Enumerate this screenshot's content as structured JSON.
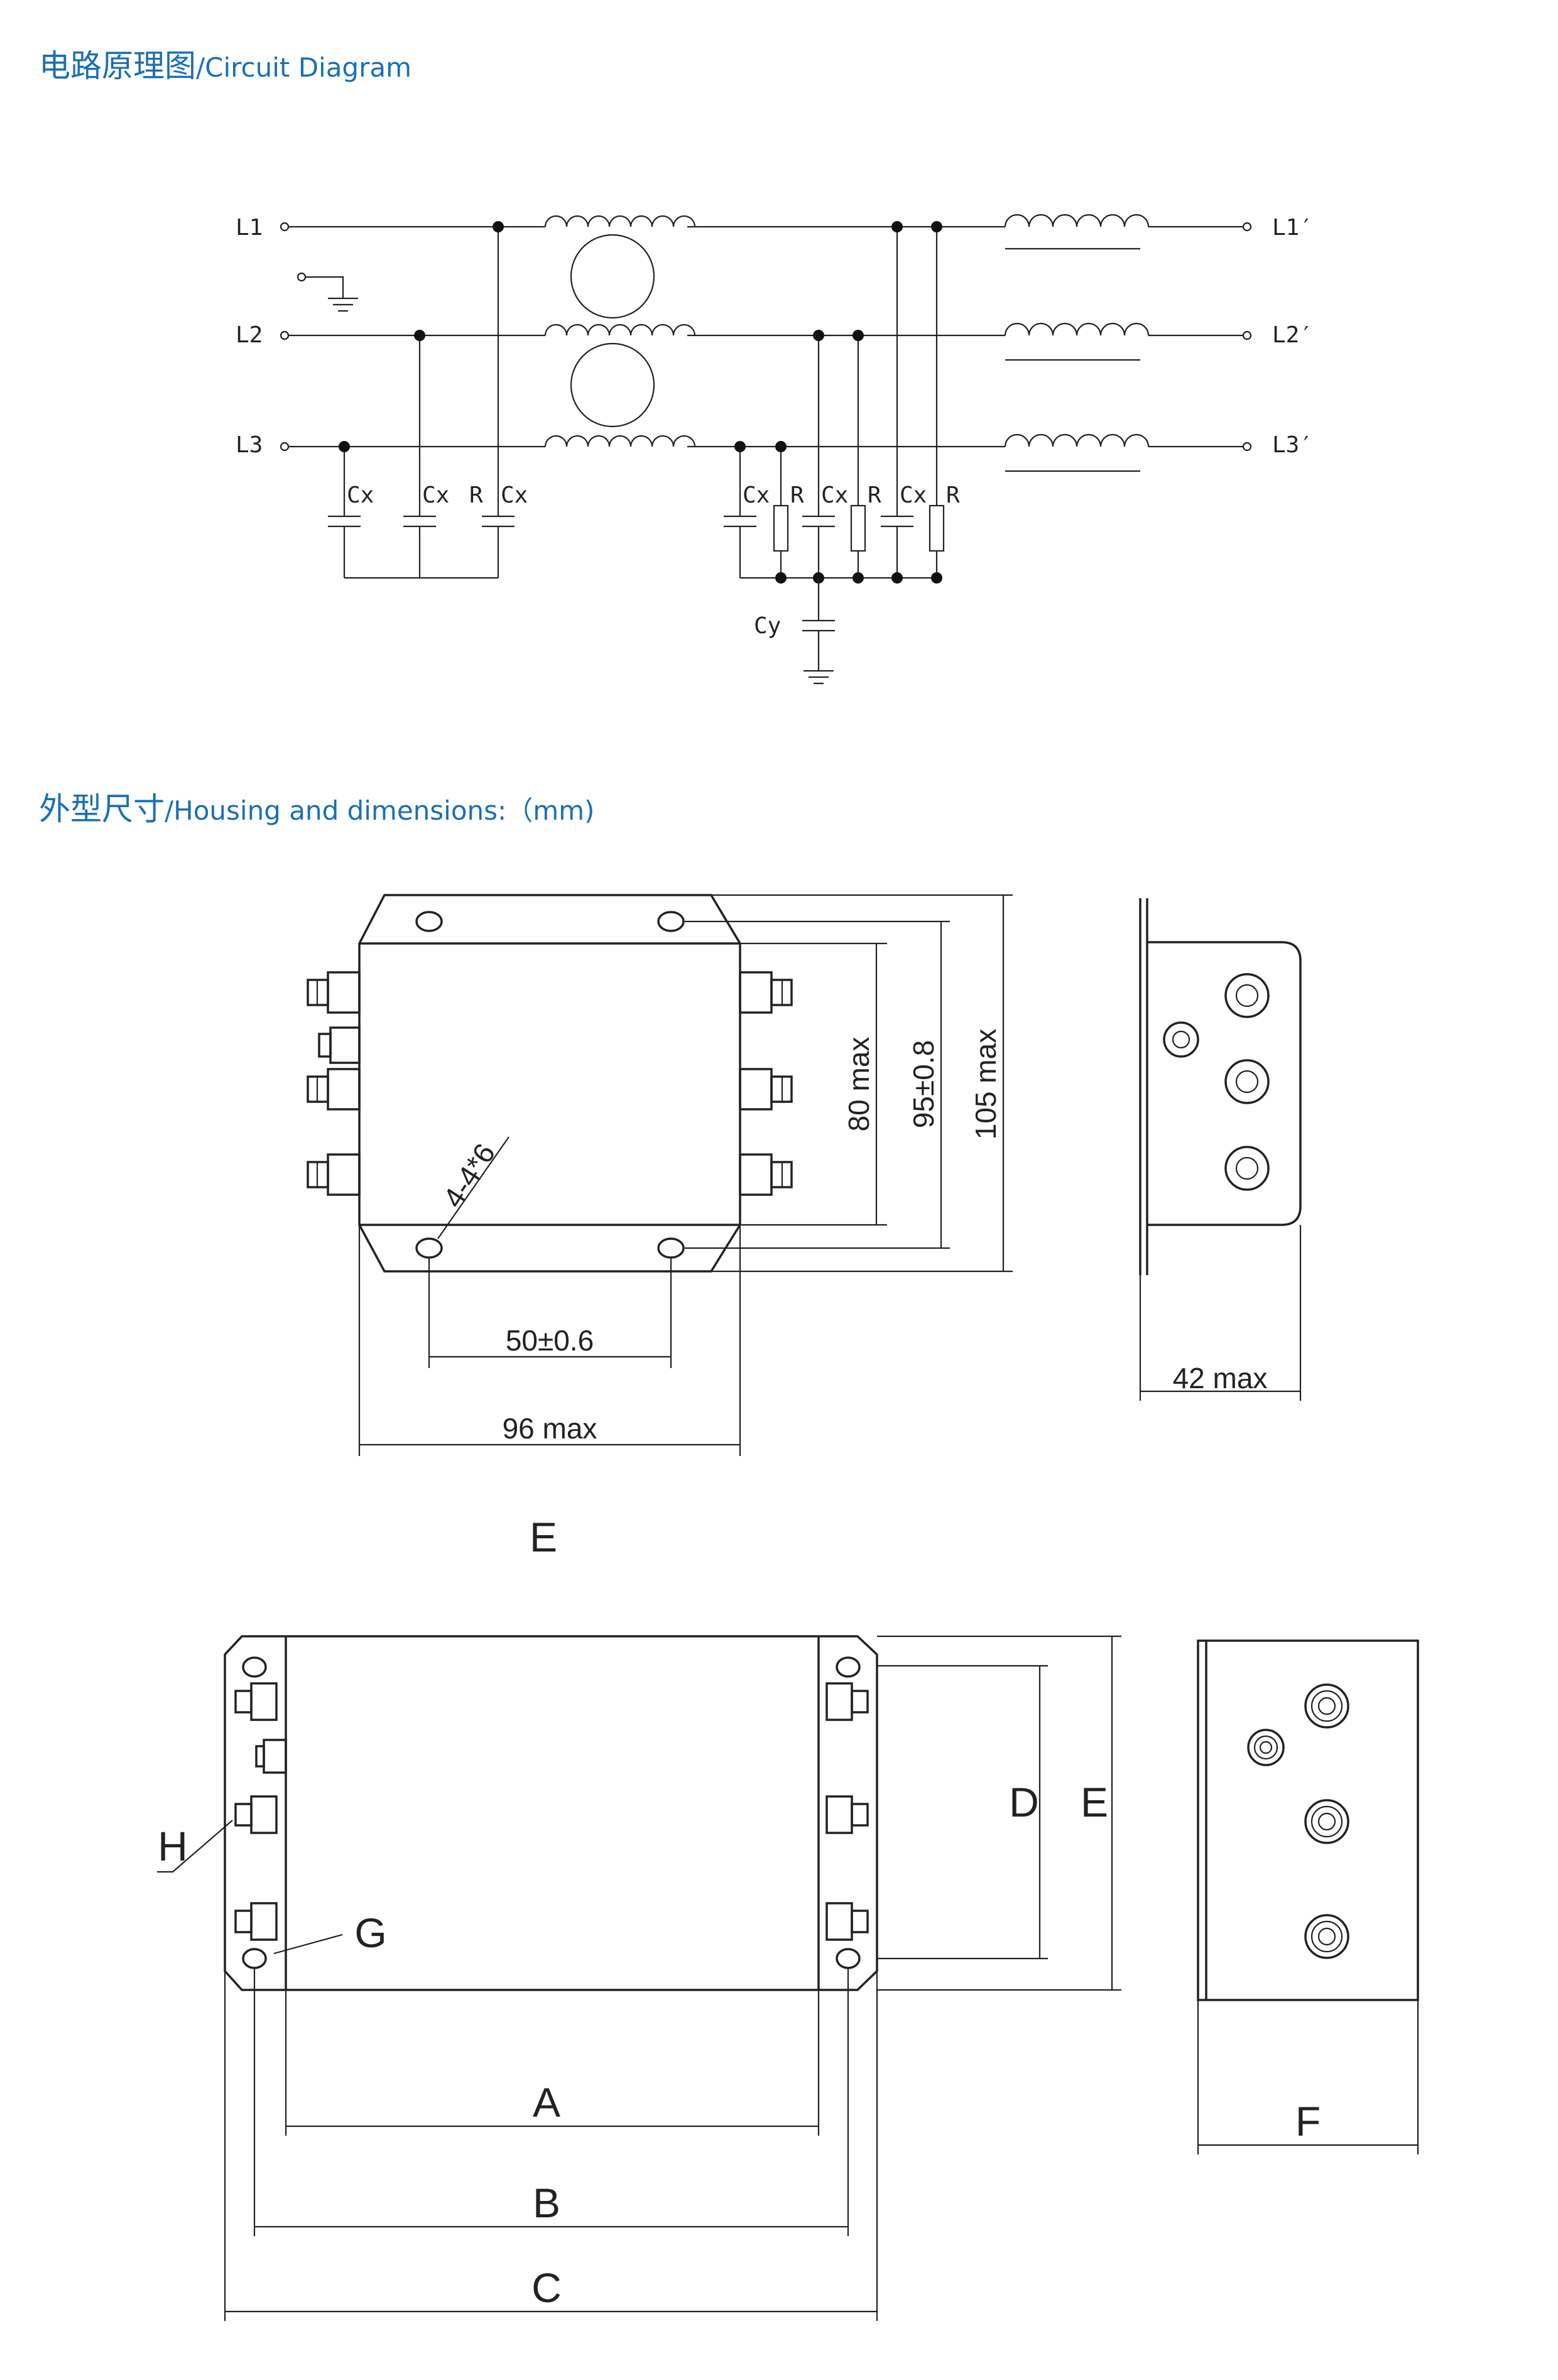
{
  "headings": {
    "circuit_cn": "电路原理图",
    "circuit_en": "/Circuit Diagram",
    "housing_cn": "外型尺寸",
    "housing_en": "/Housing and dimensions:（mm)"
  },
  "circuit": {
    "inputs": [
      "L1",
      "L2",
      "L3"
    ],
    "outputs": [
      "L1′",
      "L2′",
      "L3′"
    ],
    "cap_x": "Cx",
    "resistor": "R",
    "cap_y": "Cy"
  },
  "housing": {
    "dim_80": "80 max",
    "dim_95": "95±0.8",
    "dim_105": "105 max",
    "dim_hole": "4-4*6",
    "dim_50": "50±0.6",
    "dim_96": "96 max",
    "dim_42": "42 max"
  },
  "generic": {
    "heading_e": "E",
    "A": "A",
    "B": "B",
    "C": "C",
    "D": "D",
    "E": "E",
    "F": "F",
    "G": "G",
    "H": "H"
  }
}
